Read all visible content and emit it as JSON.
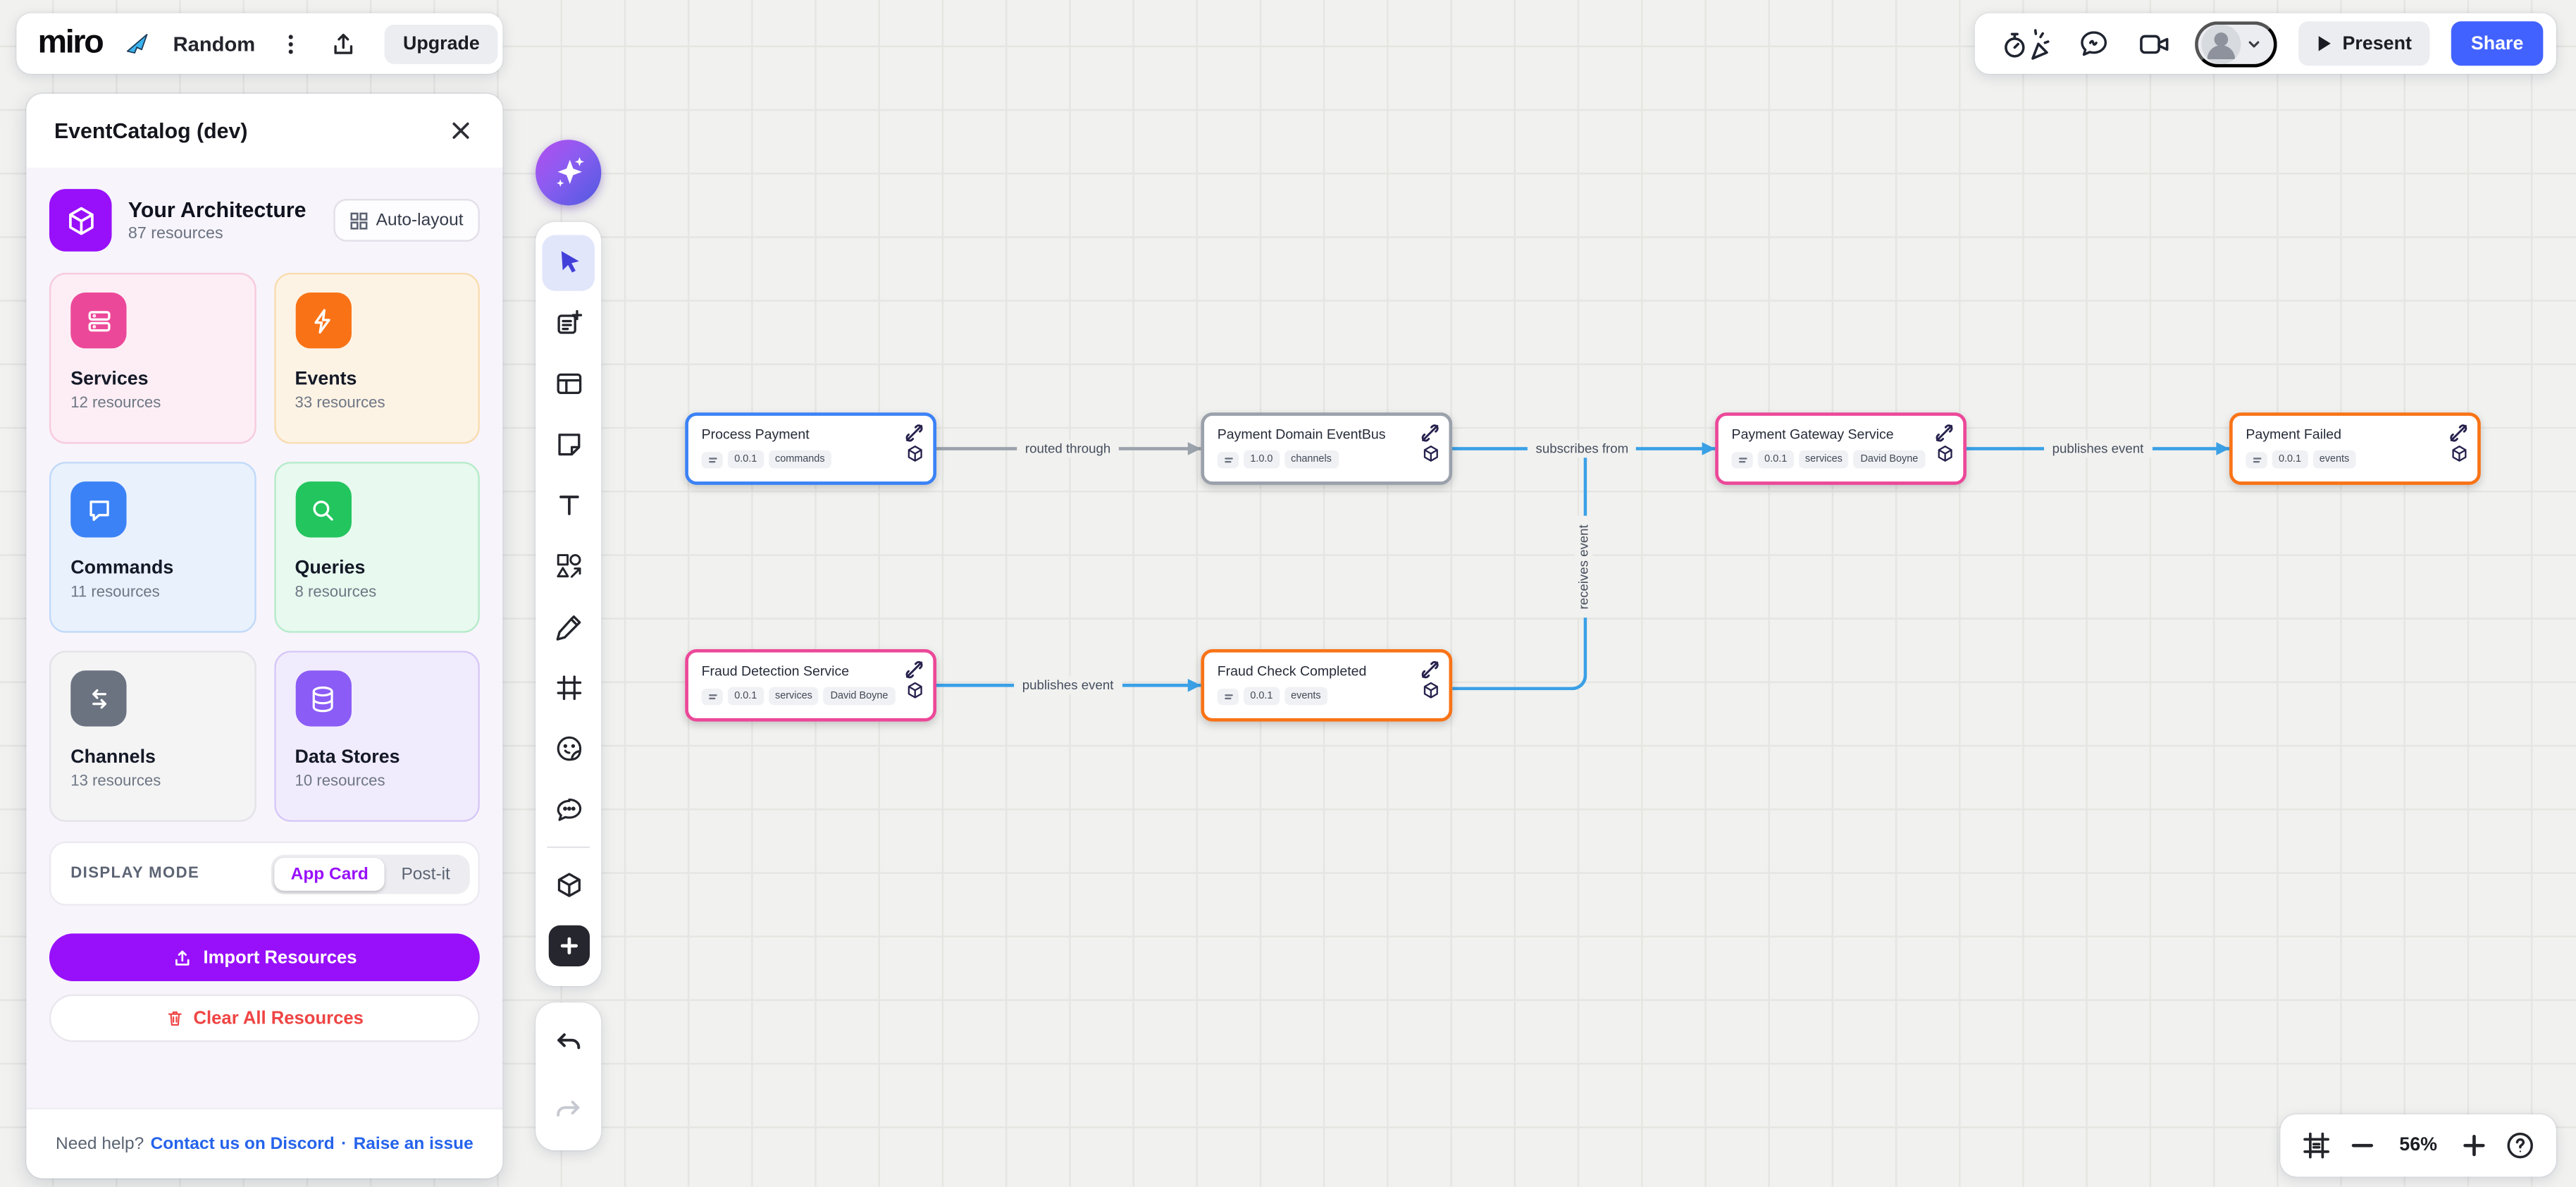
{
  "header": {
    "logo": "miro",
    "board_name": "Random",
    "upgrade_label": "Upgrade",
    "present_label": "Present",
    "share_label": "Share"
  },
  "panel": {
    "title": "EventCatalog (dev)",
    "architecture": {
      "title": "Your Architecture",
      "subtitle": "87 resources",
      "auto_layout_label": "Auto-layout",
      "icon": "cube-icon",
      "icon_color": "#9810fa"
    },
    "cards": [
      {
        "title": "Services",
        "subtitle": "12 resources",
        "icon": "server-icon",
        "icon_color": "#ec4899",
        "bg": "#fdeef5",
        "border": "#f7cadd"
      },
      {
        "title": "Events",
        "subtitle": "33 resources",
        "icon": "bolt-icon",
        "icon_color": "#f97316",
        "bg": "#fdf3e5",
        "border": "#f8dcae"
      },
      {
        "title": "Commands",
        "subtitle": "11 resources",
        "icon": "chat-bubble-icon",
        "icon_color": "#3b82f6",
        "bg": "#e9f1fd",
        "border": "#bfd9f9"
      },
      {
        "title": "Queries",
        "subtitle": "8 resources",
        "icon": "magnifier-icon",
        "icon_color": "#22c55e",
        "bg": "#e8f9ef",
        "border": "#b4ebc9"
      },
      {
        "title": "Channels",
        "subtitle": "13 resources",
        "icon": "transfer-arrows-icon",
        "icon_color": "#6b7280",
        "bg": "#f4f4f5",
        "border": "#e3e3e7"
      },
      {
        "title": "Data Stores",
        "subtitle": "10 resources",
        "icon": "database-icon",
        "icon_color": "#8b5cf6",
        "bg": "#f1ecfd",
        "border": "#d6c7f7"
      }
    ],
    "display_mode": {
      "label": "DISPLAY MODE",
      "options": [
        "App Card",
        "Post-it"
      ],
      "selected": "App Card"
    },
    "import_button": "Import Resources",
    "clear_button": "Clear All Resources",
    "footer": {
      "prefix": "Need help?",
      "discord_link": "Contact us on Discord",
      "separator": "·",
      "issue_link": "Raise an issue"
    }
  },
  "toolbar": {
    "tools": [
      "select-cursor",
      "templates",
      "frames-layout",
      "sticky-note",
      "text",
      "shapes",
      "pen",
      "frame",
      "sticker",
      "comment",
      "apps-cube",
      "add-more"
    ],
    "history": [
      "undo",
      "redo"
    ]
  },
  "canvas": {
    "nodes": [
      {
        "title": "Process Payment",
        "version": "0.0.1",
        "tag": "commands",
        "owner": "",
        "border_color": "#3b82f6"
      },
      {
        "title": "Payment Domain EventBus",
        "version": "1.0.0",
        "tag": "channels",
        "owner": "",
        "border_color": "#9aa1ab"
      },
      {
        "title": "Payment Gateway Service",
        "version": "0.0.1",
        "tag": "services",
        "owner": "David Boyne",
        "border_color": "#ec4899"
      },
      {
        "title": "Payment Failed",
        "version": "0.0.1",
        "tag": "events",
        "owner": "",
        "border_color": "#f97316"
      },
      {
        "title": "Fraud Detection Service",
        "version": "0.0.1",
        "tag": "services",
        "owner": "David Boyne",
        "border_color": "#ec4899"
      },
      {
        "title": "Fraud Check Completed",
        "version": "0.0.1",
        "tag": "events",
        "owner": "",
        "border_color": "#f97316"
      }
    ],
    "edges": [
      {
        "label": "routed through",
        "from": "Process Payment",
        "to": "Payment Domain EventBus",
        "color": "#9aa2ab"
      },
      {
        "label": "subscribes from",
        "from": "Payment Domain EventBus",
        "to": "Payment Gateway Service",
        "color": "#3aa0e6"
      },
      {
        "label": "publishes event",
        "from": "Payment Gateway Service",
        "to": "Payment Failed",
        "color": "#3aa0e6"
      },
      {
        "label": "publishes event",
        "from": "Fraud Detection Service",
        "to": "Fraud Check Completed",
        "color": "#3aa0e6"
      },
      {
        "label": "receives event",
        "from": "Fraud Check Completed",
        "to": "Payment Gateway Service",
        "color": "#3aa0e6"
      }
    ]
  },
  "zoom_bar": {
    "zoom_level": "56%"
  },
  "colors": {
    "share_blue": "#4262ff",
    "accent_purple": "#9810fa",
    "danger_red": "#ef4444",
    "edge_blue": "#3aa0e6",
    "edge_gray": "#9aa2ab",
    "canvas_bg": "#f1f1ef"
  }
}
